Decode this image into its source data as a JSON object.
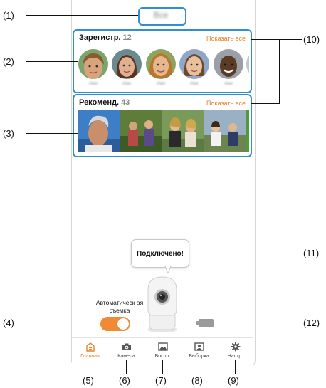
{
  "header": {
    "title": "Все"
  },
  "registered": {
    "title": "Зарегистр.",
    "count": "12",
    "show_all": "Показать все",
    "people": [
      {
        "name": "Имя"
      },
      {
        "name": "Имя"
      },
      {
        "name": "Имя"
      },
      {
        "name": "Имя"
      },
      {
        "name": "Имя"
      }
    ]
  },
  "recommended": {
    "title": "Рекоменд.",
    "count": "43",
    "show_all": "Показать все"
  },
  "status_bubble": "Подключено!",
  "auto_shoot": {
    "label": "Автоматическ ая съемка",
    "enabled": true
  },
  "tabs": [
    {
      "label": "Главная",
      "icon": "home-icon",
      "active": true
    },
    {
      "label": "Камера",
      "icon": "camera-icon",
      "active": false
    },
    {
      "label": "Воспр.",
      "icon": "gallery-icon",
      "active": false
    },
    {
      "label": "Выборка",
      "icon": "selection-icon",
      "active": false
    },
    {
      "label": "Настр.",
      "icon": "gear-icon",
      "active": false
    }
  ],
  "callouts": {
    "c1": "(1)",
    "c2": "(2)",
    "c3": "(3)",
    "c4": "(4)",
    "c5": "(5)",
    "c6": "(6)",
    "c7": "(7)",
    "c8": "(8)",
    "c9": "(9)",
    "c10": "(10)",
    "c11": "(11)",
    "c12": "(12)"
  },
  "colors": {
    "accent": "#e8832a",
    "highlight": "#2f8fcf",
    "toggle_on": "#ef8a35"
  }
}
